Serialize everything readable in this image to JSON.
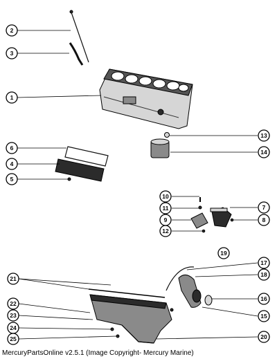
{
  "diagram": {
    "callouts": [
      {
        "id": "c1",
        "label": "1"
      },
      {
        "id": "c2",
        "label": "2"
      },
      {
        "id": "c3",
        "label": "3"
      },
      {
        "id": "c4",
        "label": "4"
      },
      {
        "id": "c5",
        "label": "5"
      },
      {
        "id": "c6",
        "label": "6"
      },
      {
        "id": "c7",
        "label": "7"
      },
      {
        "id": "c8",
        "label": "8"
      },
      {
        "id": "c9",
        "label": "9"
      },
      {
        "id": "c10",
        "label": "10"
      },
      {
        "id": "c11",
        "label": "11"
      },
      {
        "id": "c12",
        "label": "12"
      },
      {
        "id": "c13",
        "label": "13"
      },
      {
        "id": "c14",
        "label": "14"
      },
      {
        "id": "c15",
        "label": "15"
      },
      {
        "id": "c16",
        "label": "16"
      },
      {
        "id": "c17",
        "label": "17"
      },
      {
        "id": "c18",
        "label": "18"
      },
      {
        "id": "c19",
        "label": "19"
      },
      {
        "id": "c20",
        "label": "20"
      },
      {
        "id": "c21",
        "label": "21"
      },
      {
        "id": "c22",
        "label": "22"
      },
      {
        "id": "c23",
        "label": "23"
      },
      {
        "id": "c24",
        "label": "24"
      },
      {
        "id": "c25",
        "label": "25"
      }
    ]
  },
  "footer": {
    "text": "MercuryPartsOnline v2.5.1 (Image Copyright- Mercury Marine)"
  }
}
